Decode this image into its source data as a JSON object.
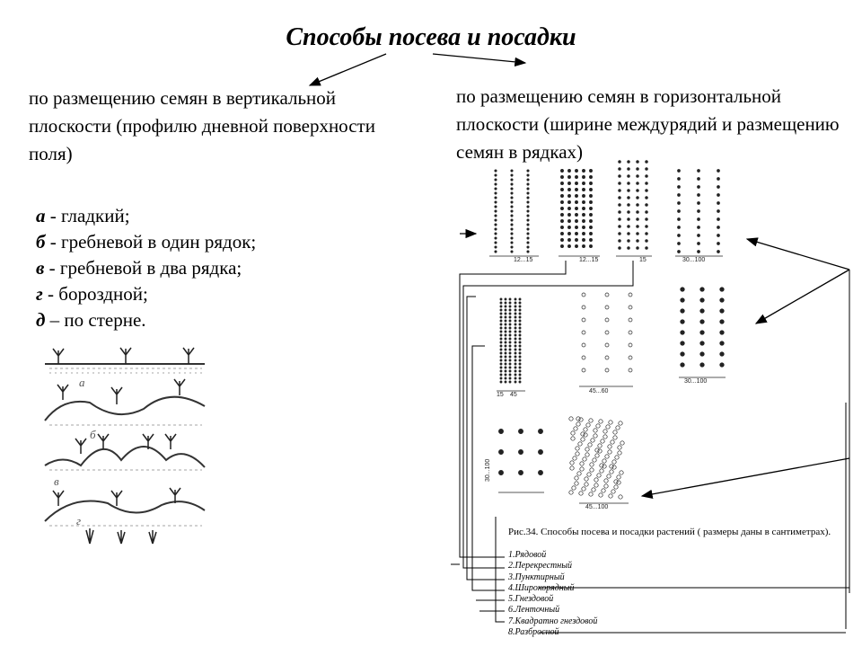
{
  "title": "Способы посева и посадки",
  "left_heading": "по размещению семян в вертикальной плоскости (профилю дневной поверхности поля)",
  "right_heading": "по размещению семян в горизонтальной плоскости (ширине междурядий и размещению семян в рядках)",
  "types": [
    {
      "letter": "а",
      "text": " - гладкий;"
    },
    {
      "letter": "б",
      "text": " - гребневой в один рядок;"
    },
    {
      "letter": "в",
      "text": " - гребневой в два рядка;"
    },
    {
      "letter": "г",
      "text": " - бороздной;"
    },
    {
      "letter": "д",
      "text": " – по стерне."
    }
  ],
  "profile_letters": [
    "а",
    "б",
    "в",
    "г"
  ],
  "figure_caption": "Рис.34. Способы посева и посадки растений ( размеры даны в сантиметрах).",
  "methods": [
    "1.Рядовой",
    "2.Перекрестный",
    "3.Пунктирный",
    "4.Широкорядный",
    "5.Гнездовой",
    "6.Ленточный",
    "7.Квадратно гнездовой",
    "8.Разбросной"
  ],
  "dimension_labels": {
    "rowed": "12...15",
    "cross": "12...15",
    "dotted": "15",
    "wide": "30...100",
    "ribbon": "45...60",
    "ribbon_band": "15",
    "ribbon_gap": "45",
    "nest": "30...100",
    "square": "30...100",
    "broadcast": "45...100"
  }
}
